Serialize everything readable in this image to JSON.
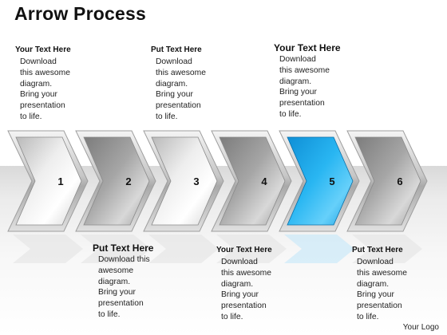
{
  "title": "Arrow Process",
  "logo": "Your Logo",
  "steps": [
    {
      "label": "1",
      "style": "silver",
      "text_position": "top",
      "text_size": "small",
      "heading": "Your Text Here",
      "lines": [
        "Download",
        "this awesome",
        "diagram.",
        "Bring your",
        "presentation",
        "to life."
      ]
    },
    {
      "label": "2",
      "style": "dark",
      "text_position": "bottom",
      "text_size": "large",
      "heading": "Put Text Here",
      "lines": [
        "Download this",
        "awesome",
        "diagram.",
        "Bring your",
        "presentation",
        "to life."
      ]
    },
    {
      "label": "3",
      "style": "silver",
      "text_position": "top",
      "text_size": "small",
      "heading": "Put Text Here",
      "lines": [
        "Download",
        "this awesome",
        "diagram.",
        "Bring your",
        "presentation",
        "to life."
      ]
    },
    {
      "label": "4",
      "style": "dark",
      "text_position": "bottom",
      "text_size": "small",
      "heading": "Your Text Here",
      "lines": [
        "Download",
        "this awesome",
        "diagram.",
        "Bring your",
        "presentation",
        "to life."
      ]
    },
    {
      "label": "5",
      "style": "blue",
      "text_position": "top",
      "text_size": "large",
      "heading": "Your Text Here",
      "lines": [
        "Download",
        "this awesome",
        "diagram.",
        "Bring your",
        "presentation",
        "to life."
      ]
    },
    {
      "label": "6",
      "style": "dark",
      "text_position": "bottom",
      "text_size": "small",
      "heading": "Put Text Here",
      "lines": [
        "Download",
        "this awesome",
        "diagram.",
        "Bring your",
        "presentation",
        "to life."
      ]
    }
  ],
  "colors": {
    "highlight": "#1ea7e8",
    "silver": "#e6e6e6",
    "dark": "#9a9a9a",
    "frame": "#b8b8b8"
  }
}
